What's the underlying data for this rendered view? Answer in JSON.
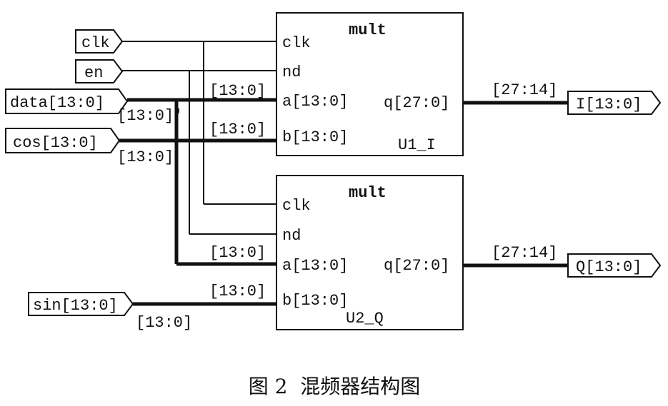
{
  "blocks": [
    {
      "type": "mult",
      "name": "U1_I",
      "ports": {
        "clk": "clk",
        "nd": "nd",
        "a": "a[13:0]",
        "b": "b[13:0]",
        "q": "q[27:0]"
      }
    },
    {
      "type": "mult",
      "name": "U2_Q",
      "ports": {
        "clk": "clk",
        "nd": "nd",
        "a": "a[13:0]",
        "b": "b[13:0]",
        "q": "q[27:0]"
      }
    }
  ],
  "inputs": {
    "clk": "clk",
    "en": "en",
    "data": "data[13:0]",
    "cos": "cos[13:0]",
    "sin": "sin[13:0]"
  },
  "outputs": {
    "i": "I[13:0]",
    "q": "Q[13:0]"
  },
  "bus_labels": {
    "range14": "[13:0]",
    "range14_tick": "[13:0]'",
    "out_slice": "[27:14]"
  },
  "caption": "图 2  混频器结构图"
}
